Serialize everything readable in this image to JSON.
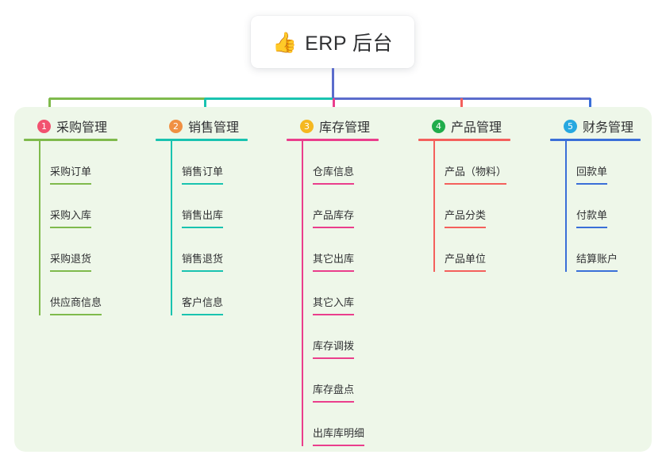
{
  "root": {
    "icon": "thumbs-up-icon",
    "emoji": "👍",
    "title": "ERP 后台"
  },
  "colors": {
    "panel_background": "#eef7e9",
    "page_background": "#ffffff",
    "root_trunk": "#5b6ccc",
    "text": "#303133"
  },
  "branches": [
    {
      "number": "1",
      "title": "采购管理",
      "badge_color": "#f25270",
      "line_color": "#7fba4c",
      "bus_color": "#7fba4c",
      "items": [
        "采购订单",
        "采购入库",
        "采购退货",
        "供应商信息"
      ]
    },
    {
      "number": "2",
      "title": "销售管理",
      "badge_color": "#f09043",
      "line_color": "#19c3b0",
      "bus_color": "#19c3b0",
      "items": [
        "销售订单",
        "销售出库",
        "销售退货",
        "客户信息"
      ]
    },
    {
      "number": "3",
      "title": "库存管理",
      "badge_color": "#f5b820",
      "line_color": "#ea3e8c",
      "bus_color": "#5b6ccc",
      "items": [
        "仓库信息",
        "产品库存",
        "其它出库",
        "其它入库",
        "库存调拨",
        "库存盘点",
        "出库库明细"
      ]
    },
    {
      "number": "4",
      "title": "产品管理",
      "badge_color": "#20ac4b",
      "line_color": "#f4605c",
      "bus_color": "#5b6ccc",
      "items": [
        "产品（物料）",
        "产品分类",
        "产品单位"
      ]
    },
    {
      "number": "5",
      "title": "财务管理",
      "badge_color": "#27a8e0",
      "line_color": "#3a6fd8",
      "bus_color": "#3a6fd8",
      "items": [
        "回款单",
        "付款单",
        "结算账户"
      ]
    }
  ],
  "layout": {
    "column_x": [
      30,
      196,
      361,
      527,
      693
    ],
    "rule_width": [
      118,
      116,
      116,
      116,
      114
    ]
  }
}
